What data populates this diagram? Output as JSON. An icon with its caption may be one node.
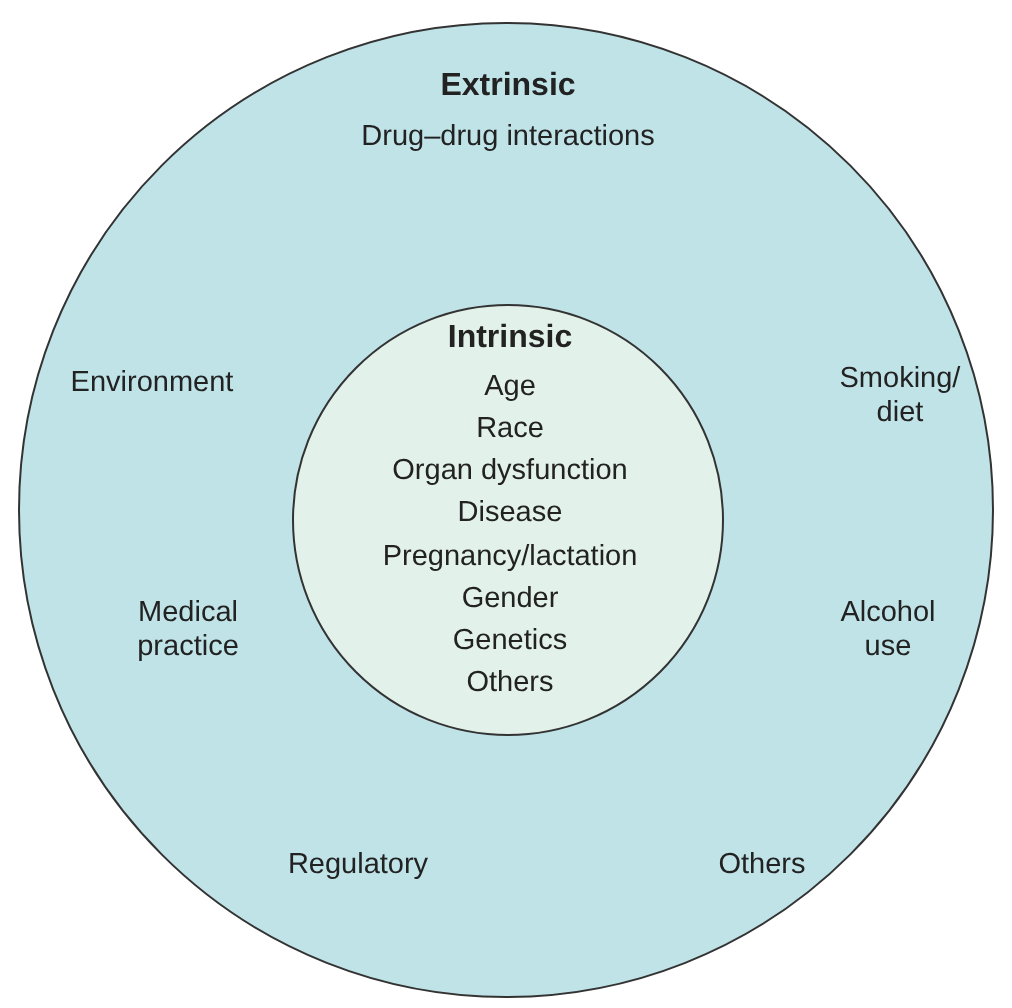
{
  "diagram": {
    "nodes": [
      {
        "text": [
          "Extrinsic",
          "Drug–drug interactions",
          "Environment",
          "Smoking/ diet",
          "Medical practice",
          "Alcohol use",
          "Regulatory",
          "Others"
        ]
      },
      {
        "text": [
          "Intrinsic",
          "Age",
          "Race",
          "Organ dysfunction",
          "Disease",
          "Pregnancy/lactation",
          "Gender",
          "Genetics",
          "Others"
        ],
        "in": 0
      }
    ]
  }
}
